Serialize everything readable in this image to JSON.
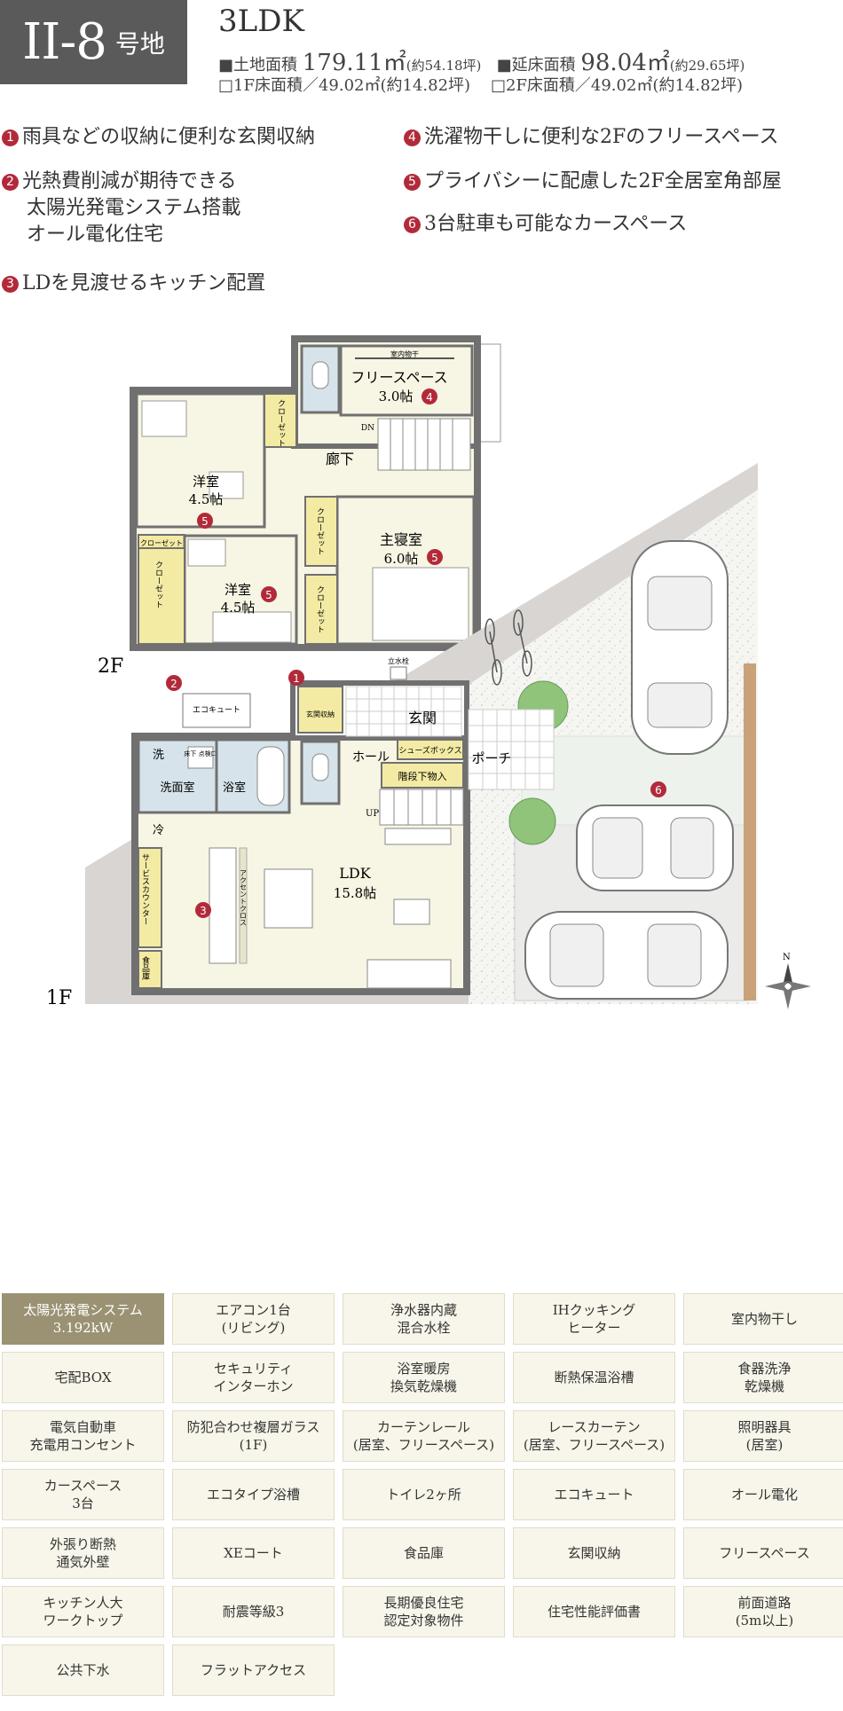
{
  "header": {
    "lot_number": "II-8",
    "lot_suffix": "号地",
    "layout_type": "3LDK",
    "land_area_label": "■土地面積",
    "land_area_value": "179.11㎡",
    "land_area_tsubo": "(約54.18坪)",
    "floor_area_label": "■延床面積",
    "floor_area_value": "98.04㎡",
    "floor_area_tsubo": "(約29.65坪)",
    "floor1_area": "□1F床面積／49.02㎡(約14.82坪)",
    "floor2_area": "□2F床面積／49.02㎡(約14.82坪)"
  },
  "features": [
    {
      "num": "1",
      "lines": [
        "雨具などの収納に便利な玄関収納"
      ]
    },
    {
      "num": "2",
      "lines": [
        "光熱費削減が期待できる",
        "太陽光発電システム搭載",
        "オール電化住宅"
      ]
    },
    {
      "num": "3",
      "lines": [
        "LDを見渡せるキッチン配置"
      ]
    },
    {
      "num": "4",
      "lines": [
        "洗濯物干しに便利な2Fのフリースペース"
      ]
    },
    {
      "num": "5",
      "lines": [
        "プライバシーに配慮した2F全居室角部屋"
      ]
    },
    {
      "num": "6",
      "lines": [
        "3台駐車も可能なカースペース"
      ]
    }
  ],
  "floorplan": {
    "floor2_label": "2F",
    "floor1_label": "1F",
    "rooms2f": {
      "free_space": "フリースペース",
      "free_space_size": "3.0帖",
      "indoor_dry": "室内物干",
      "corridor": "廊下",
      "dn": "DN",
      "western_room_a": "洋室",
      "western_room_a_size": "4.5帖",
      "western_room_b": "洋室",
      "western_room_b_size": "4.5帖",
      "master_bedroom": "主寝室",
      "master_bedroom_size": "6.0帖",
      "closet": "クローゼット"
    },
    "rooms1f": {
      "ldk": "LDK",
      "ldk_size": "15.8帖",
      "hall": "ホール",
      "entrance": "玄関",
      "porch": "ポーチ",
      "shoes_box": "シューズボックス",
      "stair_storage": "階段下物入",
      "entrance_storage": "玄関収納",
      "eco_cute": "エコキュート",
      "wash": "洗",
      "underfloor": "床下\n点検口",
      "washroom": "洗面室",
      "bathroom": "浴室",
      "fridge": "冷",
      "service_counter": "サービスカウンター",
      "pantry": "食品庫",
      "accent_cross": "アクセントクロス",
      "up": "UP",
      "faucet": "立水栓"
    },
    "callouts": [
      "1",
      "2",
      "3",
      "4",
      "5",
      "6"
    ],
    "compass": "N"
  },
  "equipment": [
    {
      "label": "太陽光発電システム\n3.192kW",
      "highlighted": true
    },
    {
      "label": "エアコン1台\n(リビング)",
      "highlighted": false
    },
    {
      "label": "浄水器内蔵\n混合水栓",
      "highlighted": false
    },
    {
      "label": "IHクッキング\nヒーター",
      "highlighted": false
    },
    {
      "label": "室内物干し",
      "highlighted": false
    },
    {
      "label": "宅配BOX",
      "highlighted": false
    },
    {
      "label": "セキュリティ\nインターホン",
      "highlighted": false
    },
    {
      "label": "浴室暖房\n換気乾燥機",
      "highlighted": false
    },
    {
      "label": "断熱保温浴槽",
      "highlighted": false
    },
    {
      "label": "食器洗浄\n乾燥機",
      "highlighted": false
    },
    {
      "label": "電気自動車\n充電用コンセント",
      "highlighted": false
    },
    {
      "label": "防犯合わせ複層ガラス\n(1F)",
      "highlighted": false
    },
    {
      "label": "カーテンレール\n(居室、フリースペース)",
      "highlighted": false
    },
    {
      "label": "レースカーテン\n(居室、フリースペース)",
      "highlighted": false
    },
    {
      "label": "照明器具\n(居室)",
      "highlighted": false
    },
    {
      "label": "カースペース\n3台",
      "highlighted": false
    },
    {
      "label": "エコタイプ浴槽",
      "highlighted": false
    },
    {
      "label": "トイレ2ヶ所",
      "highlighted": false
    },
    {
      "label": "エコキュート",
      "highlighted": false
    },
    {
      "label": "オール電化",
      "highlighted": false
    },
    {
      "label": "外張り断熱\n通気外壁",
      "highlighted": false
    },
    {
      "label": "XEコート",
      "highlighted": false
    },
    {
      "label": "食品庫",
      "highlighted": false
    },
    {
      "label": "玄関収納",
      "highlighted": false
    },
    {
      "label": "フリースペース",
      "highlighted": false
    },
    {
      "label": "キッチン人大\nワークトップ",
      "highlighted": false
    },
    {
      "label": "耐震等級3",
      "highlighted": false
    },
    {
      "label": "長期優良住宅\n認定対象物件",
      "highlighted": false
    },
    {
      "label": "住宅性能評価書",
      "highlighted": false
    },
    {
      "label": "前面道路\n(5m以上)",
      "highlighted": false
    },
    {
      "label": "公共下水",
      "highlighted": false
    },
    {
      "label": "フラットアクセス",
      "highlighted": false
    }
  ],
  "colors": {
    "badge_red": "#b22a3a",
    "header_gray": "#5a5a5a",
    "chip_bg": "#f8f6ea",
    "chip_active": "#9a9273",
    "room_fill": "#f7f5e3",
    "wall": "#707070",
    "lot_gray": "#d8d5d2",
    "closet_yellow": "#f3eba4",
    "wet_blue": "#d6e3ea"
  }
}
